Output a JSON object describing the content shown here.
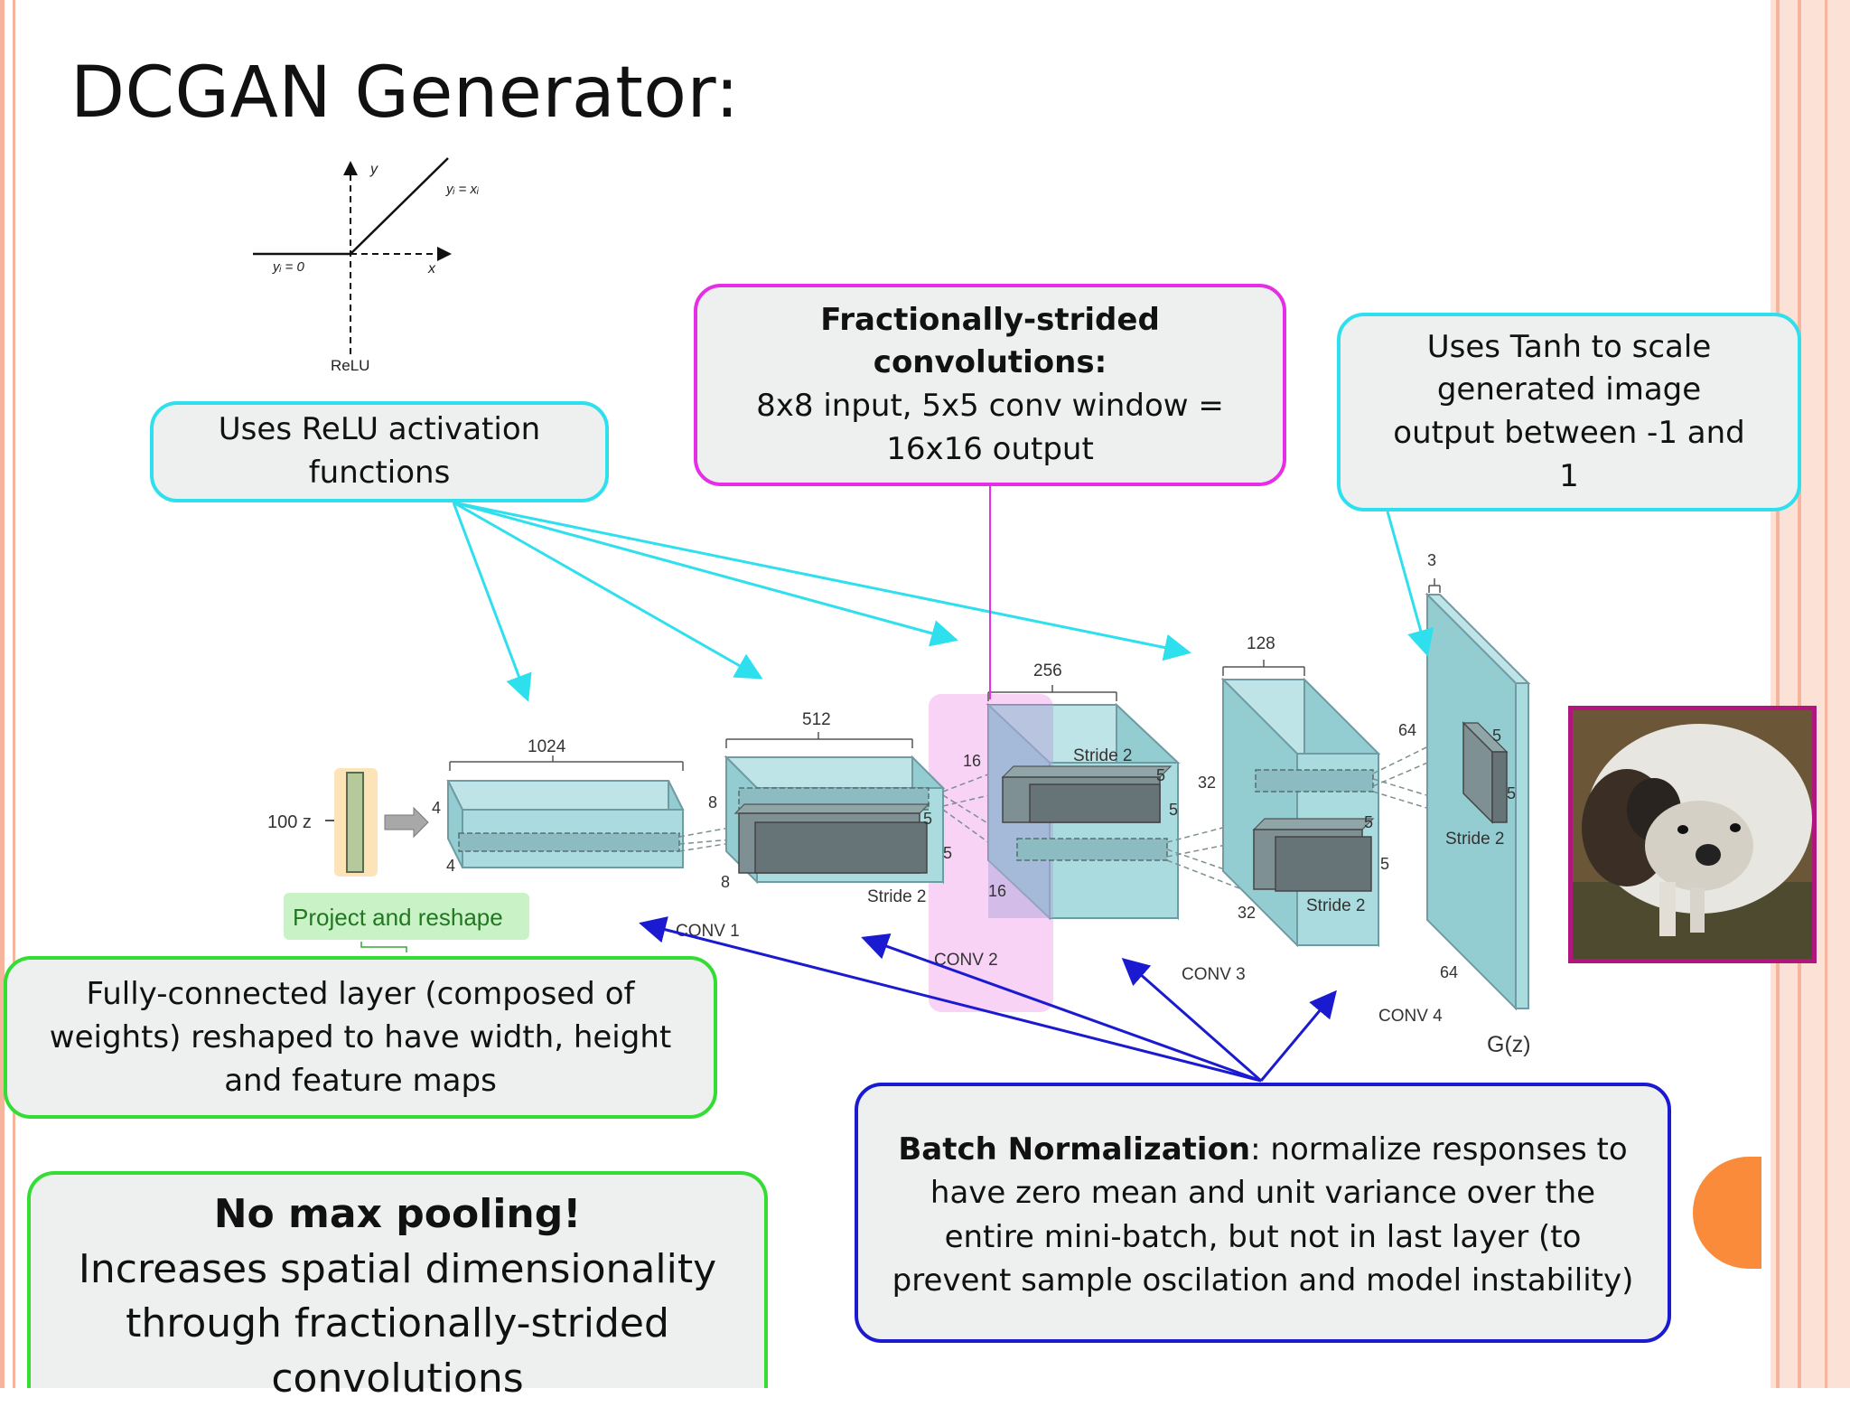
{
  "title": "DCGAN Generator:",
  "relu_plot": {
    "y_axis": "y",
    "x_axis": "x",
    "positive_eq": "yᵢ = xᵢ",
    "zero_eq": "yᵢ = 0",
    "caption": "ReLU"
  },
  "callouts": {
    "relu": {
      "text": "Uses ReLU activation functions"
    },
    "fractional": {
      "heading": "Fractionally-strided convolutions:",
      "text": "8x8 input, 5x5 conv window = 16x16 output"
    },
    "tanh": {
      "text": "Uses Tanh to scale generated image output between -1 and 1"
    },
    "fully_connected": {
      "text": "Fully-connected layer (composed of weights) reshaped to have width, height and feature maps"
    },
    "no_pooling": {
      "heading": "No max pooling!",
      "text": "Increases spatial dimensionality through fractionally-strided convolutions"
    },
    "batch_norm": {
      "heading": "Batch Normalization",
      "text": ": normalize responses to have zero mean and unit variance over the entire mini-batch, but not in last layer (to prevent sample oscilation and model instability)"
    }
  },
  "network": {
    "input_label": "100 z",
    "project_label": "Project and reshape",
    "layer0": {
      "channels": "1024",
      "height": "4",
      "width": "4"
    },
    "layer1": {
      "channels": "512",
      "height": "8",
      "width": "8",
      "k1": "5",
      "k2": "5",
      "stride": "Stride 2",
      "name": "CONV 1"
    },
    "layer2": {
      "channels": "256",
      "height": "16",
      "width": "16",
      "k1": "5",
      "k2": "5",
      "stride": "Stride 2",
      "name": "CONV 2"
    },
    "layer3": {
      "channels": "128",
      "height": "32",
      "width": "32",
      "k1": "5",
      "k2": "5",
      "stride": "Stride 2",
      "name": "CONV 3"
    },
    "layer4": {
      "channels": "3",
      "height": "64",
      "width": "64",
      "k1": "5",
      "k2": "5",
      "stride": "Stride 2",
      "name": "CONV 4"
    },
    "output_label": "G(z)"
  },
  "colors": {
    "cyan": "#2ee0ee",
    "magenta": "#e52ee5",
    "green": "#33dd33",
    "blue": "#1a1ad0",
    "orange": "#f98b3a",
    "salmon": "#f6b49d",
    "block_fill": "#a9dbdf",
    "block_stroke": "#6f9ca2"
  }
}
